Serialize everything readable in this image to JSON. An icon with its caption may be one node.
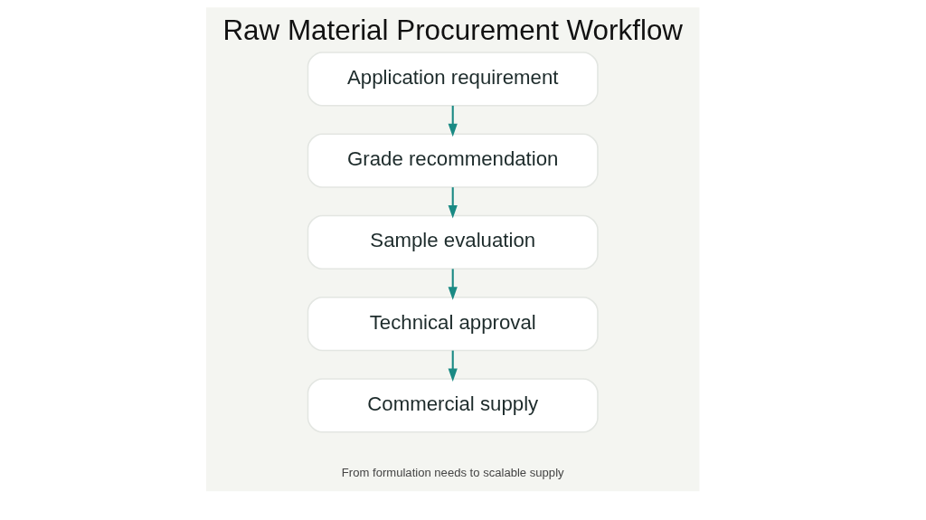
{
  "diagram": {
    "title": "Raw Material Procurement Workflow",
    "caption": "From formulation needs to scalable supply",
    "nodes": [
      {
        "text": [
          "Application requirement"
        ]
      },
      {
        "text": [
          "Grade recommendation"
        ]
      },
      {
        "text": [
          "Sample evaluation"
        ]
      },
      {
        "text": [
          "Technical approval"
        ]
      },
      {
        "text": [
          "Commercial supply"
        ]
      }
    ],
    "edges": [
      {
        "from": 0,
        "to": 1,
        "arrow": "to"
      },
      {
        "from": 1,
        "to": 2,
        "arrow": "to"
      },
      {
        "from": 2,
        "to": 3,
        "arrow": "to"
      },
      {
        "from": 3,
        "to": 4,
        "arrow": "to"
      }
    ]
  }
}
